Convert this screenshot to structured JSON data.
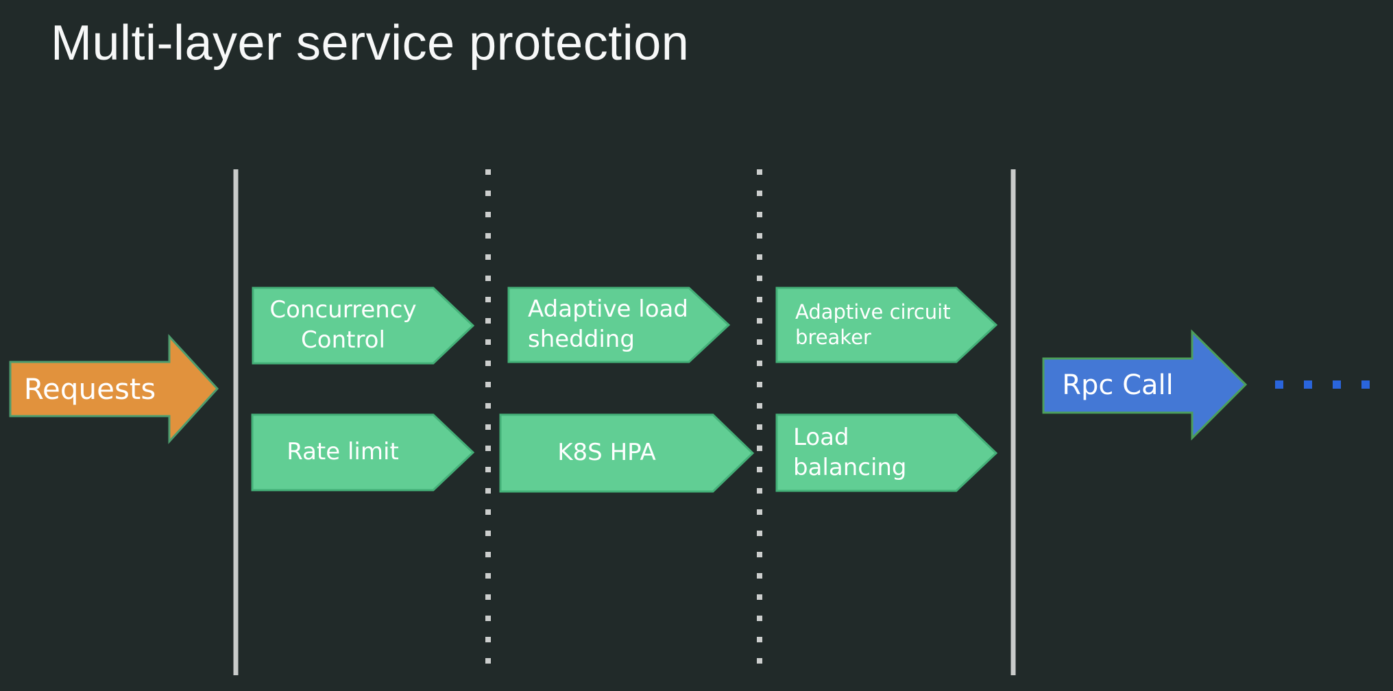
{
  "title": "Multi-layer service protection",
  "colors": {
    "background": "#212a29",
    "title_text": "#f7f8f8",
    "label_text": "#ffffff",
    "requests_arrow_fill": "#e1923d",
    "requests_arrow_stroke": "#4e9d6e",
    "layer_box_fill": "#61ce94",
    "layer_box_stroke": "#44b078",
    "rpc_arrow_fill": "#4478d5",
    "rpc_arrow_stroke": "#4c9e5a",
    "boundary_line": "#c9cbca",
    "separator_dots": "#cccecd",
    "trailing_dots": "#2a65dc"
  },
  "flow": {
    "input_arrow_label": "Requests",
    "output_arrow_label": "Rpc Call"
  },
  "layers": [
    {
      "top_box": "Concurrency\nControl",
      "bottom_box": "Rate limit"
    },
    {
      "top_box": "Adaptive load\nshedding",
      "bottom_box": "K8S HPA"
    },
    {
      "top_box": "Adaptive circuit\nbreaker",
      "bottom_box": "Load balancing"
    }
  ]
}
